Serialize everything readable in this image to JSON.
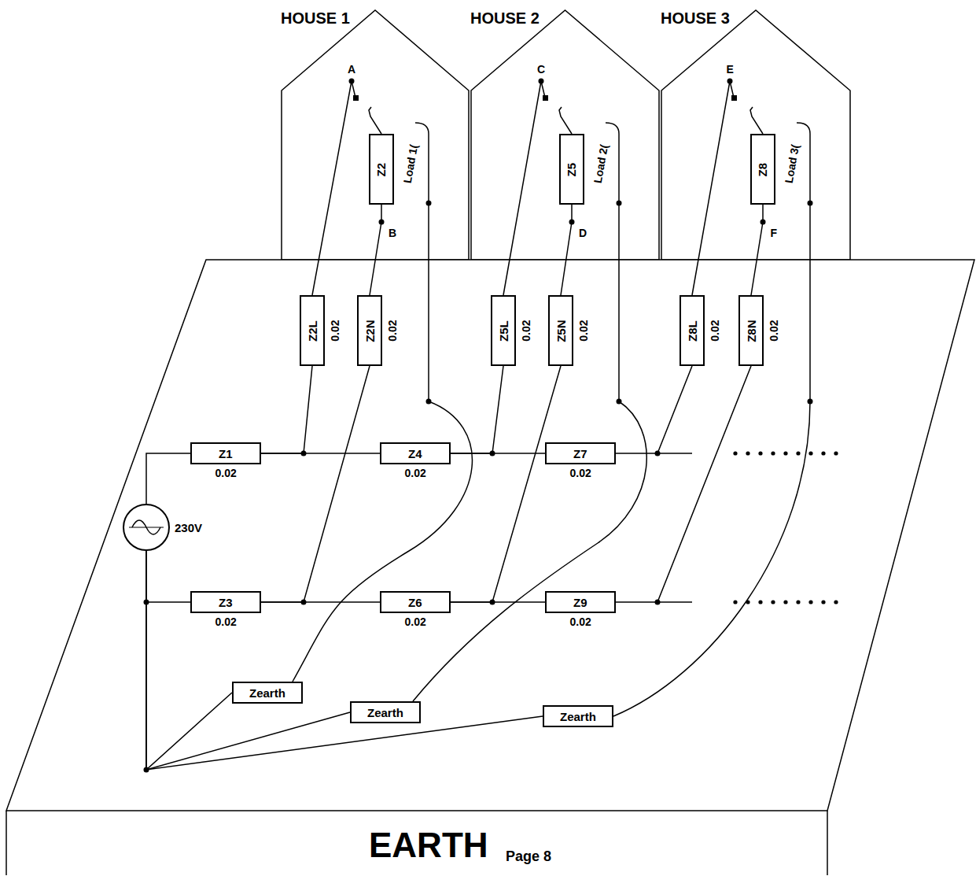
{
  "diagram": {
    "nodes": [
      {
        "text": [
          "HOUSE 1"
        ]
      },
      {
        "text": [
          "Z2"
        ],
        "in": 0
      },
      {
        "text": [
          "HOUSE 2"
        ]
      },
      {
        "text": [
          "Z5"
        ],
        "in": 2
      },
      {
        "text": [
          "HOUSE 3"
        ]
      },
      {
        "text": [
          "Z8"
        ],
        "in": 4
      },
      {
        "text": [
          "Z2L",
          "0.02"
        ]
      },
      {
        "text": [
          "Z2N",
          "0.02"
        ]
      },
      {
        "text": [
          "Z5L",
          "0.02"
        ]
      },
      {
        "text": [
          "Z5N",
          "0.02"
        ]
      },
      {
        "text": [
          "Z8L",
          "0.02"
        ]
      },
      {
        "text": [
          "Z8N",
          "0.02"
        ]
      },
      {
        "text": [
          "Z1",
          "0.02"
        ]
      },
      {
        "text": [
          "Z4",
          "0.02"
        ]
      },
      {
        "text": [
          "Z7",
          "0.02"
        ]
      },
      {
        "text": [
          "230V"
        ]
      },
      {
        "text": [
          "Z3",
          "0.02"
        ]
      },
      {
        "text": [
          "Z6",
          "0.02"
        ]
      },
      {
        "text": [
          "Z9",
          "0.02"
        ]
      },
      {
        "text": [
          "Zearth"
        ]
      },
      {
        "text": [
          "Zearth"
        ]
      },
      {
        "text": [
          "Zearth"
        ]
      }
    ],
    "edges": [
      {
        "from": 15,
        "to": 12,
        "arrow": "none"
      },
      {
        "from": 15,
        "to": 16,
        "arrow": "none"
      },
      {
        "from": 12,
        "to": 13,
        "arrow": "none"
      },
      {
        "from": 13,
        "to": 14,
        "arrow": "none"
      },
      {
        "from": 16,
        "to": 17,
        "arrow": "none"
      },
      {
        "from": 17,
        "to": 18,
        "arrow": "none"
      },
      {
        "from": 12,
        "to": 6,
        "arrow": "none"
      },
      {
        "from": 13,
        "to": 8,
        "arrow": "none"
      },
      {
        "from": 14,
        "to": 10,
        "arrow": "none"
      },
      {
        "from": 16,
        "to": 7,
        "arrow": "none"
      },
      {
        "from": 17,
        "to": 9,
        "arrow": "none"
      },
      {
        "from": 18,
        "to": 11,
        "arrow": "none"
      },
      {
        "from": 6,
        "to": 1,
        "arrow": "none"
      },
      {
        "from": 8,
        "to": 3,
        "arrow": "none"
      },
      {
        "from": 10,
        "to": 5,
        "arrow": "none"
      },
      {
        "from": 7,
        "to": 1,
        "arrow": "none"
      },
      {
        "from": 9,
        "to": 3,
        "arrow": "none"
      },
      {
        "from": 11,
        "to": 5,
        "arrow": "none"
      },
      {
        "from": 19,
        "to": 15,
        "arrow": "none"
      },
      {
        "from": 20,
        "to": 15,
        "arrow": "none"
      },
      {
        "from": 21,
        "to": 15,
        "arrow": "none"
      }
    ],
    "labels": [
      "A",
      "B",
      "C",
      "D",
      "E",
      "F",
      "Load 1(",
      "Load 2(",
      "Load 3(",
      "EARTH",
      "Page 8"
    ]
  }
}
